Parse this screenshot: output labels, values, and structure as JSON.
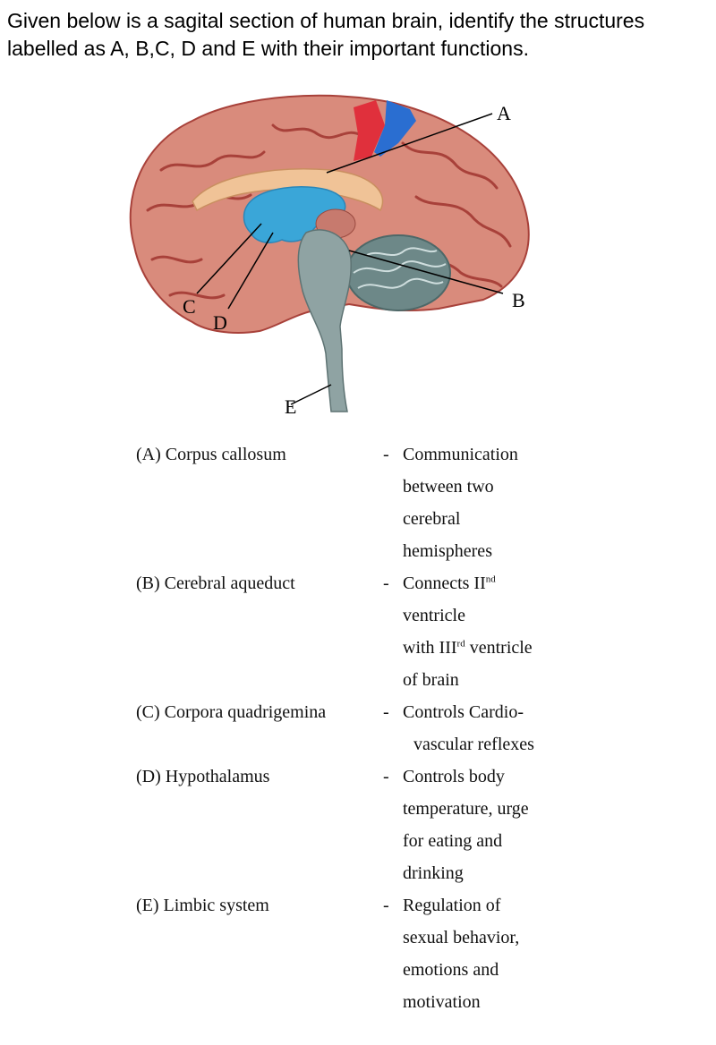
{
  "question": "Given below is a sagital section of human brain, identify the structures labelled as A, B,C, D and E with their important functions.",
  "figure": {
    "labels": {
      "a": "A",
      "b": "B",
      "c": "C",
      "d": "D",
      "e": "E"
    },
    "colors": {
      "cortex": "#d98b7c",
      "cortex_fold": "#a8413a",
      "corpus_callosum": "#f0c397",
      "ventricle": "#3aa6d8",
      "motor_strip": "#e0303c",
      "sensory_strip": "#2a6ed1",
      "brainstem": "#8fa3a3",
      "cerebellum": "#6d8888"
    }
  },
  "answers": [
    {
      "name": "(A) Corpus callosum",
      "func_lines": [
        "Communication",
        "between two",
        "cerebral",
        "hemispheres"
      ]
    },
    {
      "name": "(B) Cerebral aqueduct",
      "func_lines": [
        "Connects II",
        "ventricle",
        "with III",
        "of brain"
      ],
      "sup1": "nd",
      "sup2": "rd",
      "after2": " ventricle"
    },
    {
      "name": "(C) Corpora quadrigemina",
      "func_lines": [
        "Controls Cardio-",
        "vascular reflexes"
      ]
    },
    {
      "name": "(D) Hypothalamus",
      "func_lines": [
        "Controls body",
        "temperature, urge",
        "for eating and",
        "drinking"
      ]
    },
    {
      "name": "(E) Limbic system",
      "func_lines": [
        "Regulation of",
        "sexual behavior,",
        "emotions and",
        "motivation"
      ]
    }
  ],
  "dash": "-"
}
